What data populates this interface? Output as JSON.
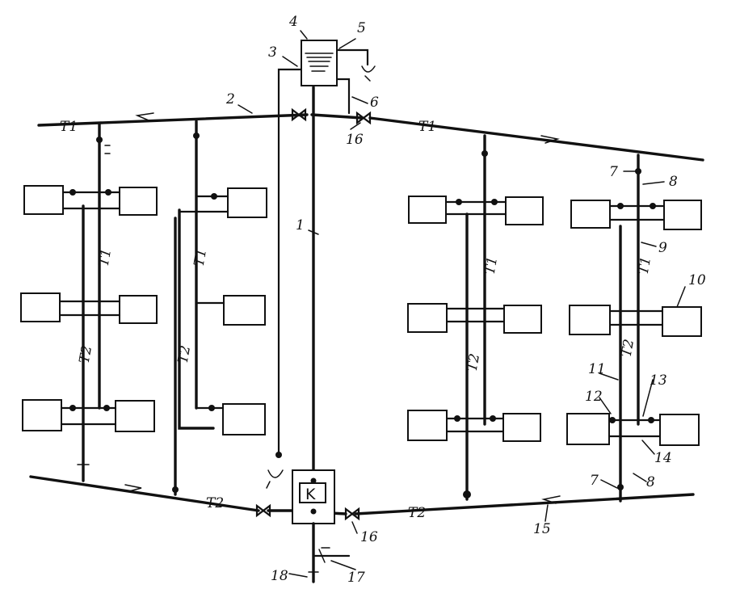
{
  "labels": {
    "supply_main": "T1",
    "return_main": "T2",
    "boiler": "K"
  },
  "callouts": [
    "1",
    "2",
    "3",
    "4",
    "5",
    "6",
    "7",
    "8",
    "9",
    "10",
    "11",
    "12",
    "13",
    "14",
    "15",
    "16",
    "17",
    "18"
  ]
}
